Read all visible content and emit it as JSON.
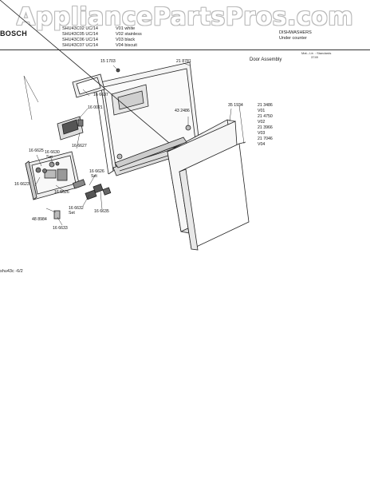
{
  "watermark": "AppliancePartsPros.com",
  "header": {
    "brand": "BOSCH",
    "models": [
      {
        "model": "SHU43C02 UC/14",
        "variant": "V01 white"
      },
      {
        "model": "SHU43C05 UC/14",
        "variant": "V02 stainless"
      },
      {
        "model": "SHU43C06 UC/14",
        "variant": "V03 black"
      },
      {
        "model": "SHU43C07 UC/14",
        "variant": "V04 biscuit"
      }
    ],
    "category": "DISHWASHERS",
    "subcategory": "Under counter"
  },
  "revision": {
    "line1": "Mat.-.Ltr. : Standards",
    "line2": "3749"
  },
  "section_title": "Door Assembly",
  "part_labels": {
    "p151703": "15 1703",
    "p218781": "21 8781",
    "p166637": "16 6637",
    "p160021": "16 0021",
    "p432486": "43 2486",
    "p351934": "35 1934",
    "p213486": "21 3486",
    "v01": "V01",
    "p214750": "21 4750",
    "v02": "V02",
    "p213966": "21 3966",
    "v03": "V03",
    "p217046": "21 7046",
    "v04": "V04",
    "p166627": "16 6627",
    "p166625": "16 6625",
    "p166630": "16 6630",
    "set1": "Set",
    "p166626": "16 6626",
    "set2": "Set",
    "p166623": "16 6623",
    "p165626": "16 5626",
    "p166632": "16 6632",
    "set3": "Set",
    "p166635": "16 6635",
    "p488984": "48 8984",
    "p166633": "16 6633"
  },
  "footer": "shu43c  -6/2"
}
